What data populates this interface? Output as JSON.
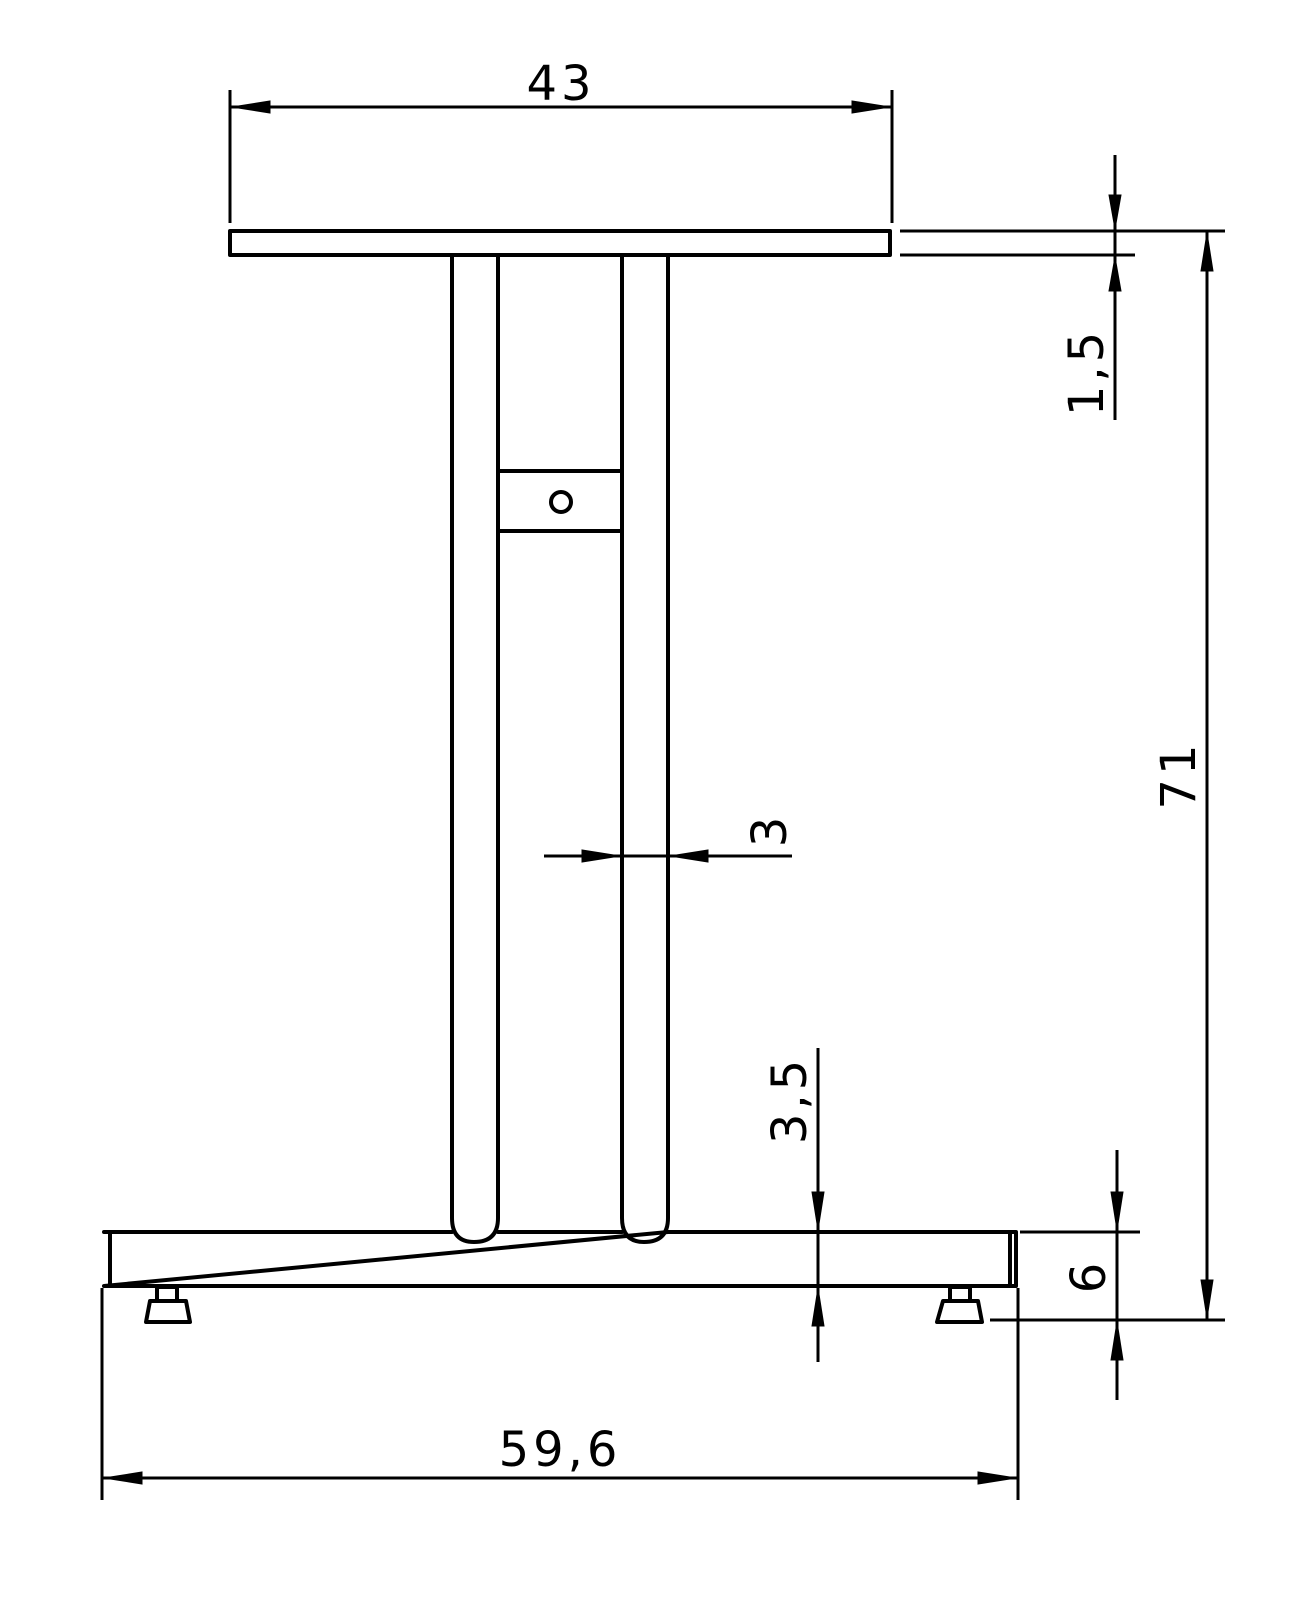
{
  "colors": {
    "line": "#000000",
    "background": "#ffffff"
  },
  "dimensions": {
    "top_width": "43",
    "top_thickness": "1,5",
    "overall_height": "71",
    "tube_width": "3",
    "base_thickness": "3,5",
    "glide_height": "6",
    "base_width": "59,6"
  }
}
